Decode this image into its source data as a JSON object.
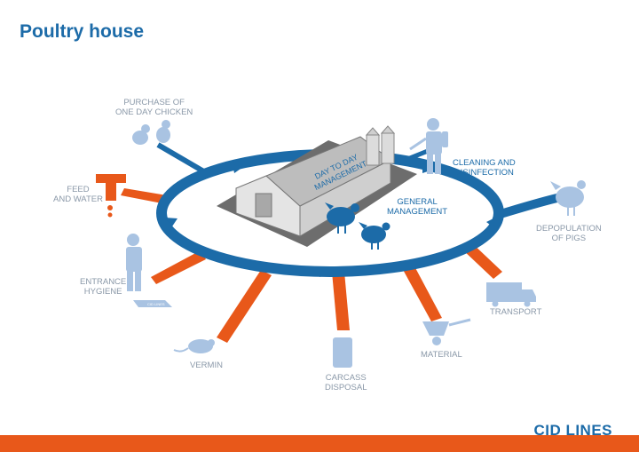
{
  "title": "Poultry house",
  "brand": "CID LINES",
  "scale_brand": "CID LINES",
  "colors": {
    "blue": "#1c6ba8",
    "orange": "#e8581a",
    "silhouette": "#a9c3e2",
    "label_grey": "#8a98a8"
  },
  "house": {
    "roof_text_1": "DAY TO DAY",
    "roof_text_2": "MANAGEMENT"
  },
  "center": {
    "line1": "GENERAL",
    "line2": "MANAGEMENT"
  },
  "labels": {
    "purchase": {
      "line1": "PURCHASE OF",
      "line2": "ONE DAY CHICKEN",
      "icon": "chick-icon"
    },
    "feed": {
      "line1": "FEED",
      "line2": "AND WATER",
      "icon": "water-tap-icon"
    },
    "entrance": {
      "line1": "ENTRANCE",
      "line2": "HYGIENE",
      "icon": "person-icon"
    },
    "vermin": {
      "line1": "VERMIN",
      "icon": "rat-icon"
    },
    "carcass": {
      "line1": "CARCASS",
      "line2": "DISPOSAL",
      "icon": "barrel-icon"
    },
    "material": {
      "line1": "MATERIAL",
      "icon": "wheelbarrow-icon"
    },
    "transport": {
      "line1": "TRANSPORT",
      "icon": "truck-icon"
    },
    "depopulation": {
      "line1": "DEPOPULATION",
      "line2": "OF PIGS",
      "icon": "hen-icon"
    },
    "cleaning": {
      "line1": "CLEANING AND",
      "line2": "DISINFECTION",
      "icon": "sprayer-person-icon"
    }
  }
}
